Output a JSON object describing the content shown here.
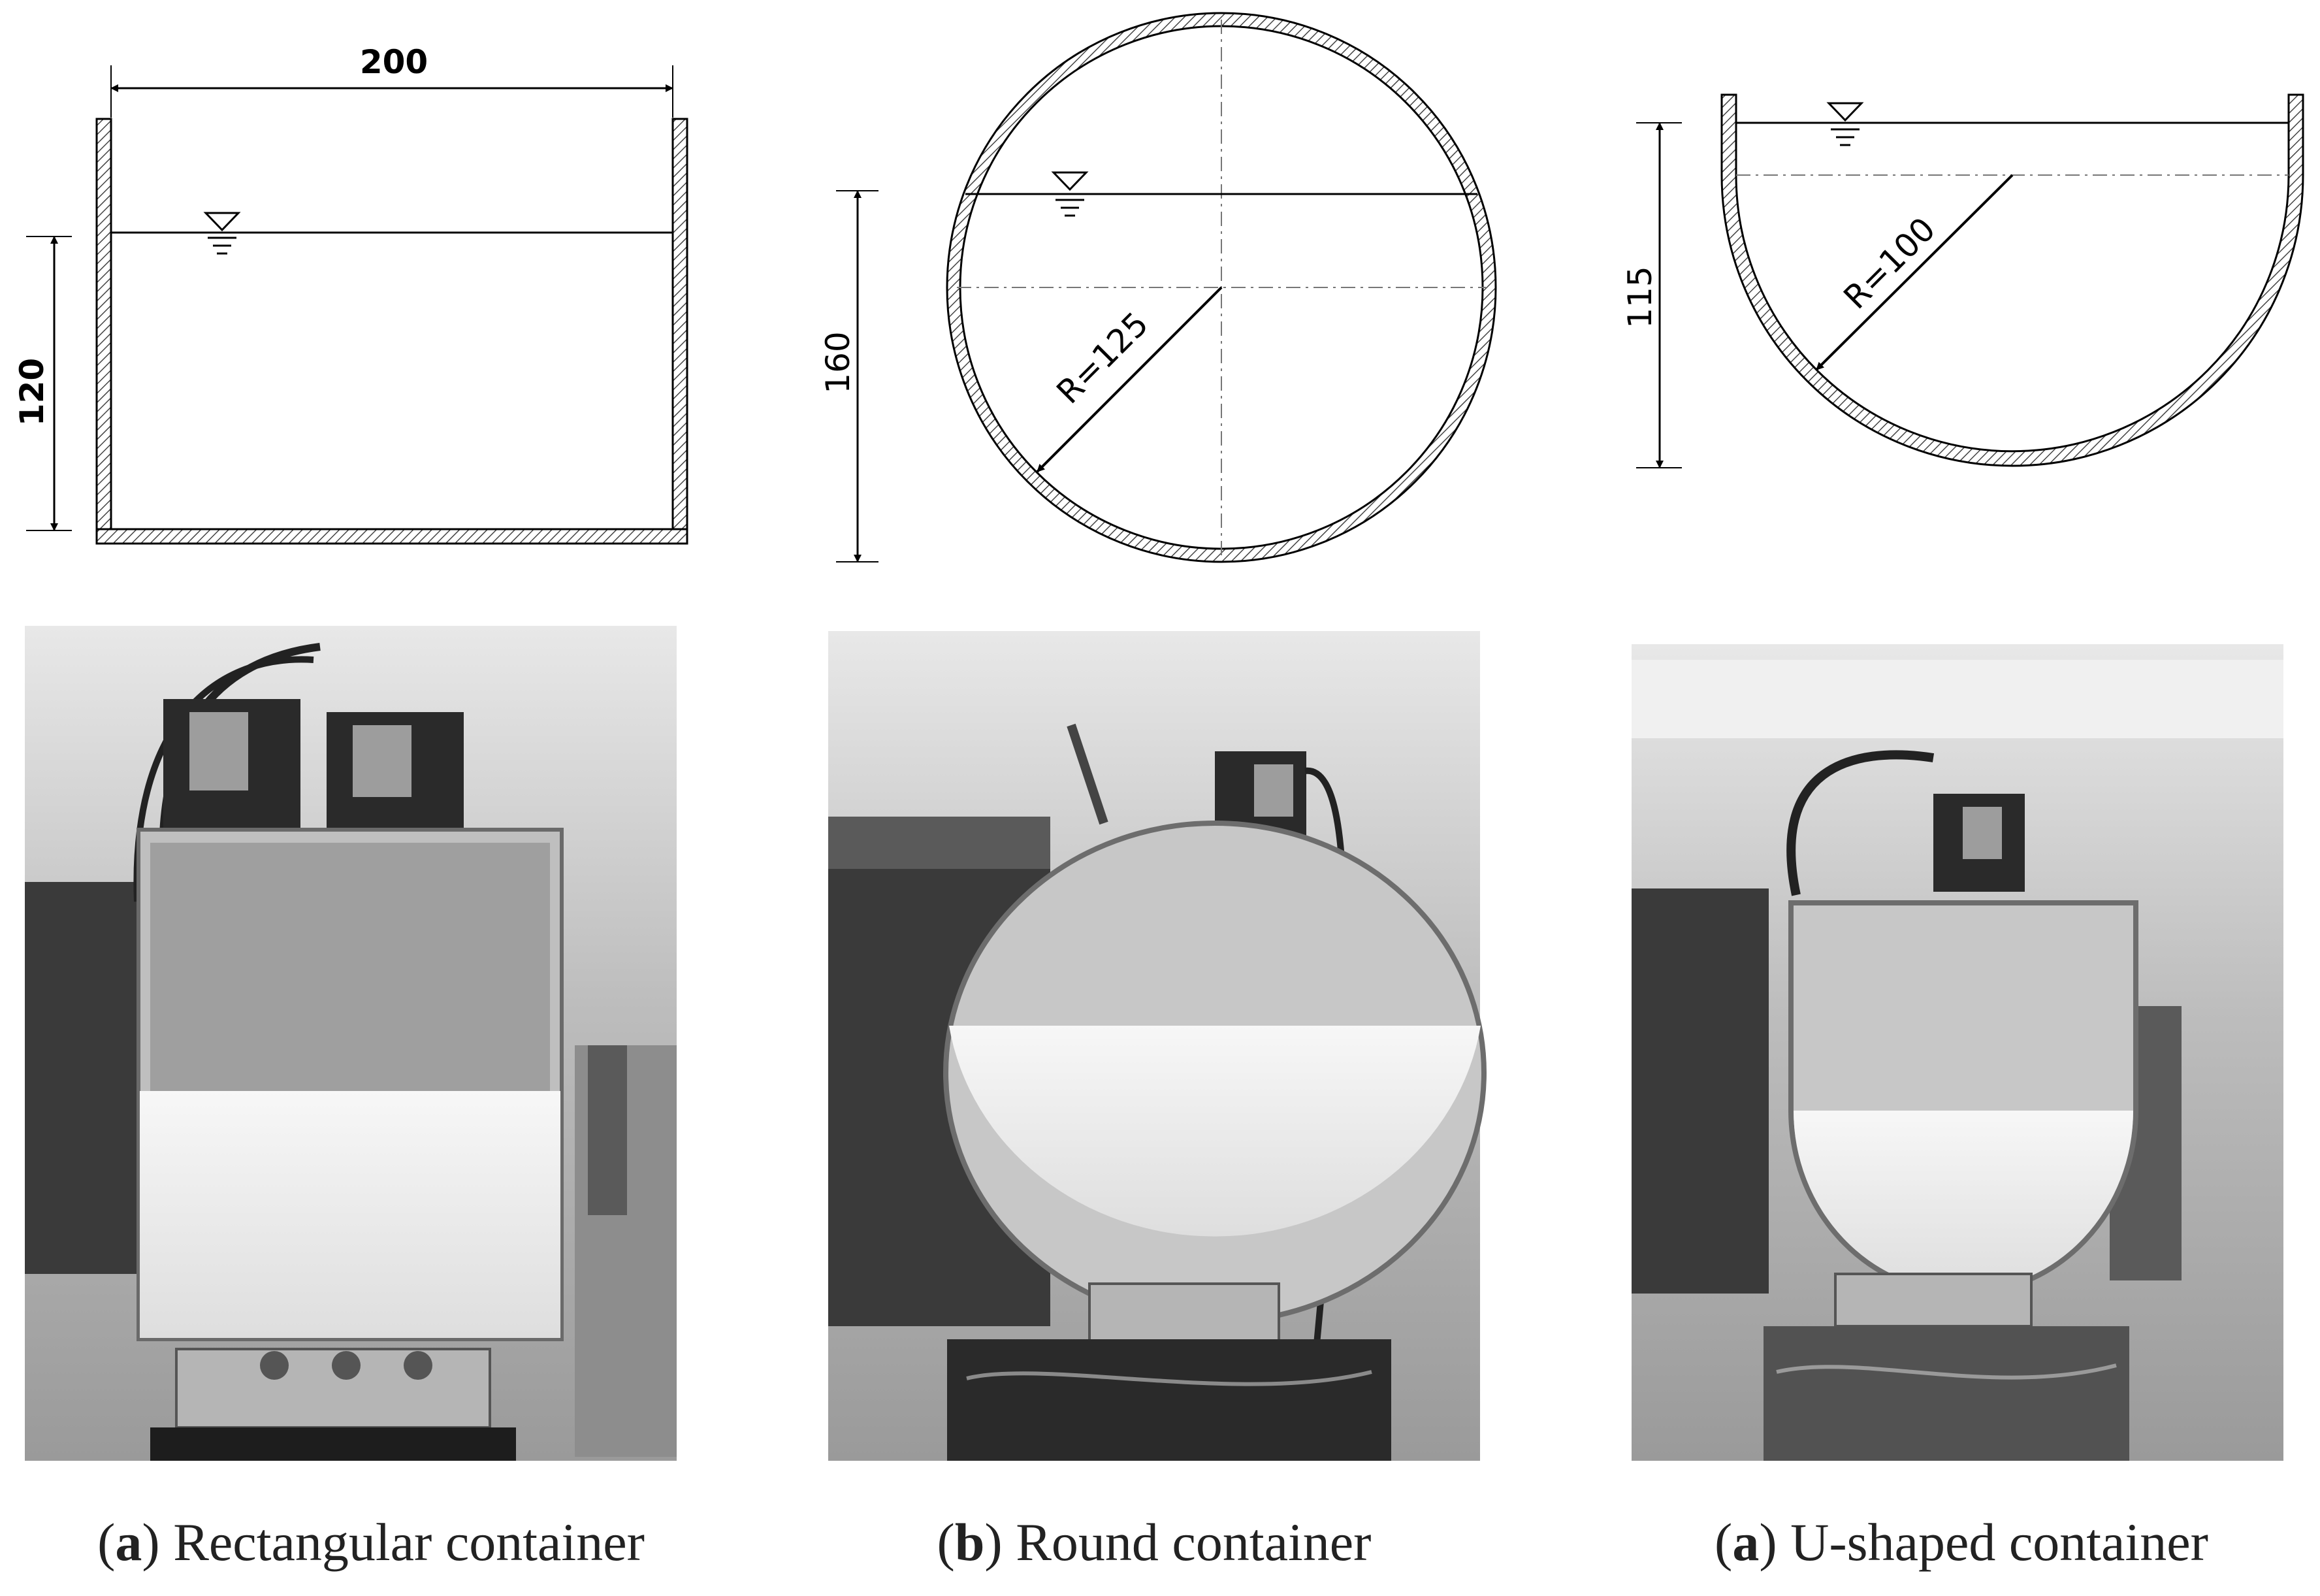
{
  "panels": [
    {
      "id": "a",
      "letter": "a",
      "caption_text": "Rectangular container",
      "width_label": "200",
      "height_label": "120"
    },
    {
      "id": "b",
      "letter": "b",
      "caption_text": "Round container",
      "height_label": "160",
      "radius_label": "R=125"
    },
    {
      "id": "c",
      "letter": "a",
      "caption_text": "U-shaped container",
      "height_label": "115",
      "radius_label": "R=100"
    }
  ],
  "colors": {
    "line": "#000000",
    "hatch": "#555555",
    "caption": "#222222",
    "photo_bg": "#c9c9c9",
    "liquid": "#ececec"
  },
  "icons": [
    "water-level-symbol-icon",
    "dimension-arrow-icon"
  ]
}
